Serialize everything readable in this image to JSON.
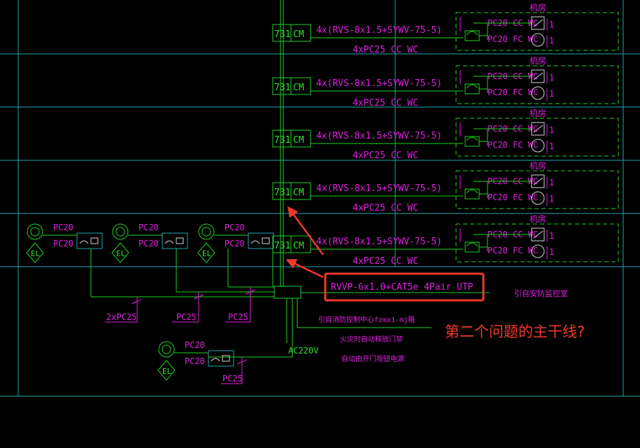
{
  "colors": {
    "green": "#1fd31f",
    "cyan": "#1aa7b0",
    "magenta": "#e020e0",
    "gray": "#8a8a8a",
    "white": "#d8d8d8",
    "annotation_red": "#f03a2a",
    "background": "#000000"
  },
  "floors": [
    {
      "id": 1,
      "box_number": "731",
      "box_code": "CM",
      "cable_spec": "4x(RVS-8x1.5+SYWV-75-5)",
      "conduit_spec": "4xPC25 CC WC",
      "room_label": "机房",
      "outlet_top_label": "PC20 CC WC",
      "outlet_bottom_label": "PC20 FC WC",
      "mark_top": "1",
      "mark_bottom": "1"
    },
    {
      "id": 2,
      "box_number": "731",
      "box_code": "CM",
      "cable_spec": "4x(RVS-8x1.5+SYWV-75-5)",
      "conduit_spec": "4xPC25 CC WC",
      "room_label": "机房",
      "outlet_top_label": "PC20 CC WC",
      "outlet_bottom_label": "PC20 FC WC",
      "mark_top": "1",
      "mark_bottom": "1"
    },
    {
      "id": 3,
      "box_number": "731",
      "box_code": "CM",
      "cable_spec": "4x(RVS-8x1.5+SYWV-75-5)",
      "conduit_spec": "4xPC25 CC WC",
      "room_label": "机房",
      "outlet_top_label": "PC20 CC WC",
      "outlet_bottom_label": "PC20 FC WC",
      "mark_top": "1",
      "mark_bottom": "1"
    },
    {
      "id": 4,
      "box_number": "731",
      "box_code": "CM",
      "cable_spec": "4x(RVS-8x1.5+SYWV-75-5)",
      "conduit_spec": "4xPC25 CC WC",
      "room_label": "机房",
      "outlet_top_label": "PC20 CC WC",
      "outlet_bottom_label": "PC20 FC WC",
      "mark_top": "1",
      "mark_bottom": "1"
    },
    {
      "id": 5,
      "box_number": "731",
      "box_code": "CM",
      "cable_spec": "4x(RVS-8x1.5+SYWV-75-5)",
      "conduit_spec": "4xPC25 CC WC",
      "room_label": "机房",
      "outlet_top_label": "PC20 CC WC",
      "outlet_bottom_label": "PC20 FC WC",
      "mark_top": "1",
      "mark_bottom": "1"
    }
  ],
  "el_stations": [
    {
      "id": 1,
      "pc_top": "PC20",
      "pc_bottom": "PC20",
      "el_label": "EL"
    },
    {
      "id": 2,
      "pc_top": "PC20",
      "pc_bottom": "PC20",
      "el_label": "EL"
    },
    {
      "id": 3,
      "pc_top": "PC20",
      "pc_bottom": "PC20",
      "el_label": "EL"
    },
    {
      "id": 4,
      "pc_top": "PC20",
      "pc_bottom": "PC20",
      "el_label": "EL"
    }
  ],
  "conduit_labels": {
    "a": "2xPC25",
    "b": "PC25",
    "c": "PC25",
    "d": "PC25"
  },
  "trunk": {
    "spec": "RVVP-6x1.0+CAT5e 4Pair UTP",
    "right_label": "引自安防监控室",
    "ac_label": "AC220V",
    "feed_1": "引自消防控制中心fzmx1-mj箱",
    "feed_2": "火灾时自动释放门禁",
    "feed_3": "自动由开门按钮电源"
  },
  "annotation": {
    "question": "第二个问题的主干线?"
  }
}
